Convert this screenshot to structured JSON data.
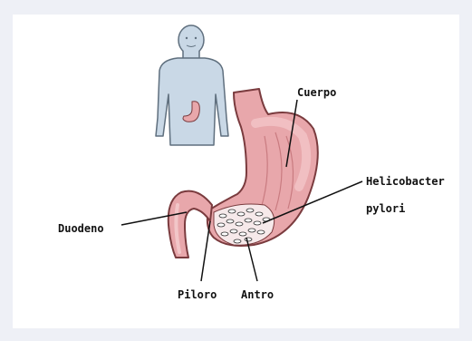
{
  "labels": {
    "cuerpo": "Cuerpo",
    "helicobacter": "Helicobacter",
    "pylori": "pylori",
    "duodeno": "Duodeno",
    "piloro": "Piloro",
    "antro": "Antro"
  },
  "colors": {
    "background": "#eef0f6",
    "panel": "#ffffff",
    "body_silhouette": "#c9d8e6",
    "body_outline": "#5f6f7e",
    "stomach_fill": "#e8a7ab",
    "stomach_light": "#f2c6c8",
    "stomach_outline": "#7a3b3e",
    "bacteria": "#ffffff",
    "leader_line": "#111111"
  },
  "icons": [
    "human-silhouette",
    "stomach-anatomy",
    "bacteria-cluster"
  ]
}
